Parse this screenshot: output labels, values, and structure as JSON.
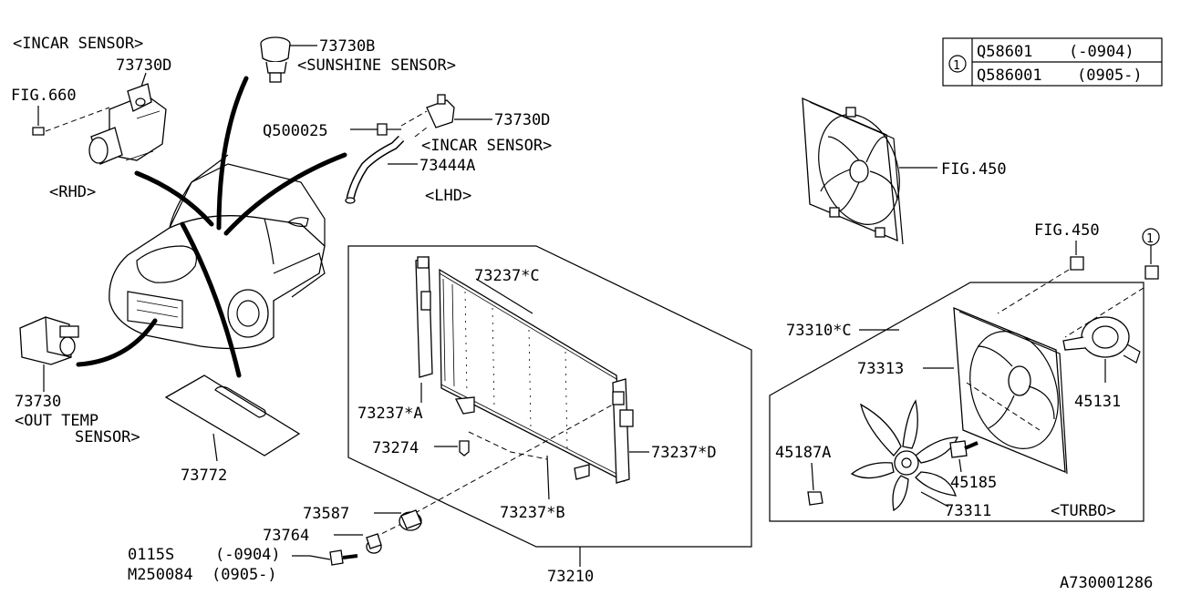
{
  "labels": {
    "incar_sensor_rhd": "<INCAR SENSOR>",
    "p73730d_rhd": "73730D",
    "fig660": "FIG.660",
    "rhd": "<RHD>",
    "p73730b": "73730B",
    "sunshine_sensor": "<SUNSHINE SENSOR>",
    "q500025": "Q500025",
    "p73730d_lhd": "73730D",
    "incar_sensor_lhd": "<INCAR SENSOR>",
    "p73444a": "73444A",
    "lhd": "<LHD>",
    "p73730": "73730",
    "out_temp_1": "<OUT TEMP",
    "out_temp_2": "SENSOR>",
    "p73772": "73772",
    "p73237c": "73237*C",
    "p73237a": "73237*A",
    "p73274": "73274",
    "p73237d": "73237*D",
    "p73237b": "73237*B",
    "p73587": "73587",
    "p73764": "73764",
    "p0115s": "0115S",
    "range_0904": "(-0904)",
    "m250084": "M250084",
    "range_0905": "(0905-)",
    "p73210": "73210",
    "fig450_top": "FIG.450",
    "fig450_right": "FIG.450",
    "circle_ref": "1",
    "p73310c": "73310*C",
    "p73313": "73313",
    "p45131": "45131",
    "p45187a": "45187A",
    "p45185": "45185",
    "p73311": "73311",
    "turbo": "<TURBO>",
    "diagram_id": "A730001286"
  },
  "legend_table": {
    "symbol": "1",
    "rows": [
      {
        "part": "Q58601",
        "range": "(-0904)"
      },
      {
        "part": "Q586001",
        "range": "(0905-)"
      }
    ]
  }
}
